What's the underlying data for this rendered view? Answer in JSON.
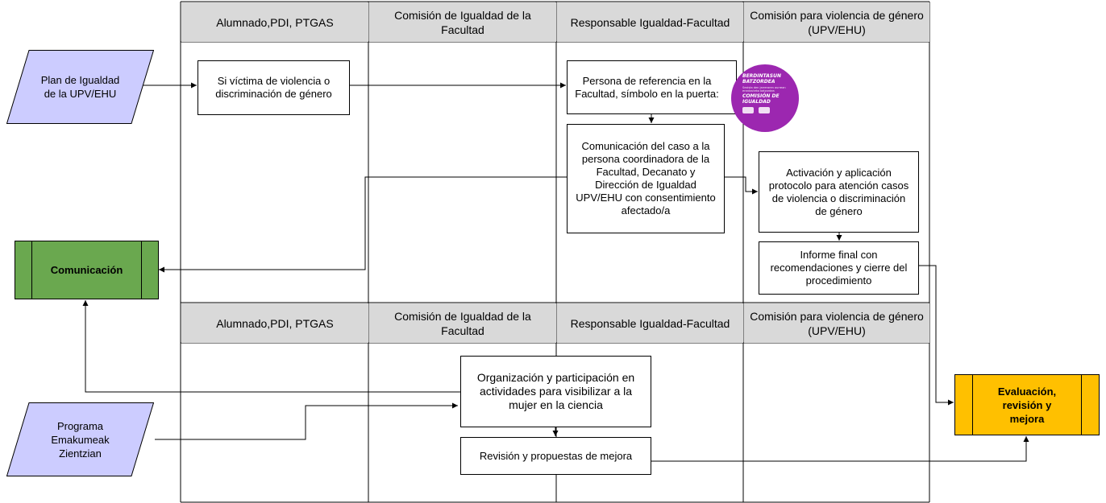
{
  "lanes": {
    "top": [
      "Alumnado,PDI, PTGAS",
      "Comisión de Igualdad de la Facultad",
      "Responsable Igualdad-Facultad",
      "Comisión para violencia de género (UPV/EHU)"
    ],
    "bottom": [
      "Alumnado,PDI, PTGAS",
      "Comisión de Igualdad de la Facultad",
      "Responsable Igualdad-Facultad",
      "Comisión para violencia de género (UPV/EHU)"
    ]
  },
  "inputs": {
    "plan": "Plan de Igualdad de la UPV/EHU",
    "programa": "Programa Emakumeak Zientzian"
  },
  "terminals": {
    "comunicacion": "Comunicación",
    "evaluacion": "Evaluación, revisión y mejora"
  },
  "steps": {
    "victima": "Si víctima de violencia o discriminación de género",
    "referencia": "Persona de referencia en la Facultad, símbolo en la puerta:",
    "comunicacion_caso": "Comunicación del caso a la persona coordinadora de la Facultad, Decanato y Dirección de Igualdad UPV/EHU con consentimiento afectado/a",
    "activacion": "Activación y aplicación protocolo para atención casos de violencia o discriminación de género",
    "informe": "Informe final con recomendaciones y cierre del procedimiento",
    "organizacion": "Organización y participación en actividades para visibilizar a la mujer en la ciencia",
    "revision": "Revisión y propuestas de mejora"
  },
  "badge": {
    "title": "BERDINTASUN BATZORDEA",
    "subtitle": "Sexista den jarreraren aurrean erantzuteko batzordea",
    "title2": "COMISIÓN DE IGUALDAD"
  },
  "colors": {
    "header_bg": "#d9d9d9",
    "input_fill": "#ccccff",
    "comunicacion_fill": "#6aa84f",
    "evaluacion_fill": "#ffc000",
    "badge_fill": "#9c27b0"
  }
}
